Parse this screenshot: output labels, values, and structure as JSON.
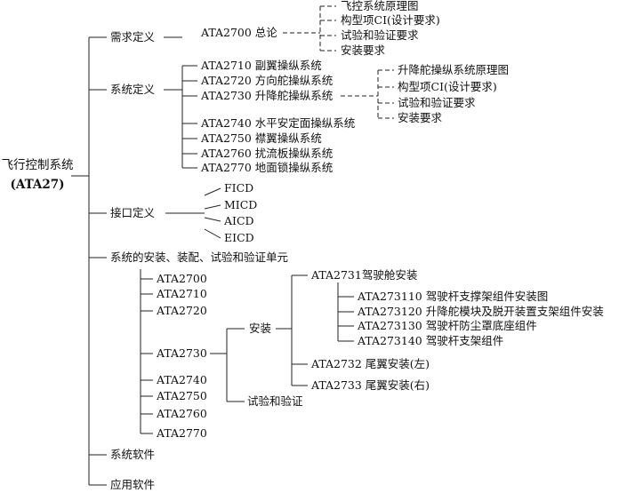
{
  "root": {
    "line1": "飞行控制系统",
    "line2": "(ATA27)"
  },
  "requirements": {
    "label": "需求定义",
    "ata2700": "ATA2700 总论",
    "ata2700_items": [
      "飞控系统原理图",
      "构型项CI(设计要求)",
      "试验和验证要求",
      "安装要求"
    ]
  },
  "system_def": {
    "label": "系统定义",
    "ata2710": "ATA2710 副翼操纵系统",
    "ata2720": "ATA2720 方向舵操纵系统",
    "ata2730": "ATA2730 升降舵操纵系统",
    "ata2730_items": [
      "升降舵操纵系统原理图",
      "构型项CI(设计要求)",
      "试验和验证要求",
      "安装要求"
    ],
    "ata2740": "ATA2740 水平安定面操纵系统",
    "ata2750": "ATA2750 襟翼操纵系统",
    "ata2760": "ATA2760 扰流板操纵系统",
    "ata2770": "ATA2770 地面锁操纵系统"
  },
  "interface": {
    "label": "接口定义",
    "items": [
      "FICD",
      "MICD",
      "AICD",
      "EICD"
    ]
  },
  "install": {
    "label": "系统的安装、装配、试验和验证单元",
    "ata": [
      "ATA2700",
      "ATA2710",
      "ATA2720",
      "ATA2730",
      "ATA2740",
      "ATA2750",
      "ATA2760",
      "ATA2770"
    ],
    "anzhuang": "安装",
    "test": "试验和验证",
    "ata2731": "ATA2731驾驶舱安装",
    "ata2731_items": [
      "ATA273110 驾驶杆支撑架组件安装图",
      "ATA273120 升降舵模块及脱开装置支架组件安装",
      "ATA273130 驾驶杆防尘罩底座组件",
      "ATA273140 驾驶杆支架组件"
    ],
    "ata2732": "ATA2732 尾翼安装(左)",
    "ata2733": "ATA2733 尾翼安装(右)"
  },
  "software": {
    "label": "系统软件"
  },
  "app_software": {
    "label": "应用软件"
  },
  "colors": {
    "line": "#222222",
    "text": "#111111"
  }
}
